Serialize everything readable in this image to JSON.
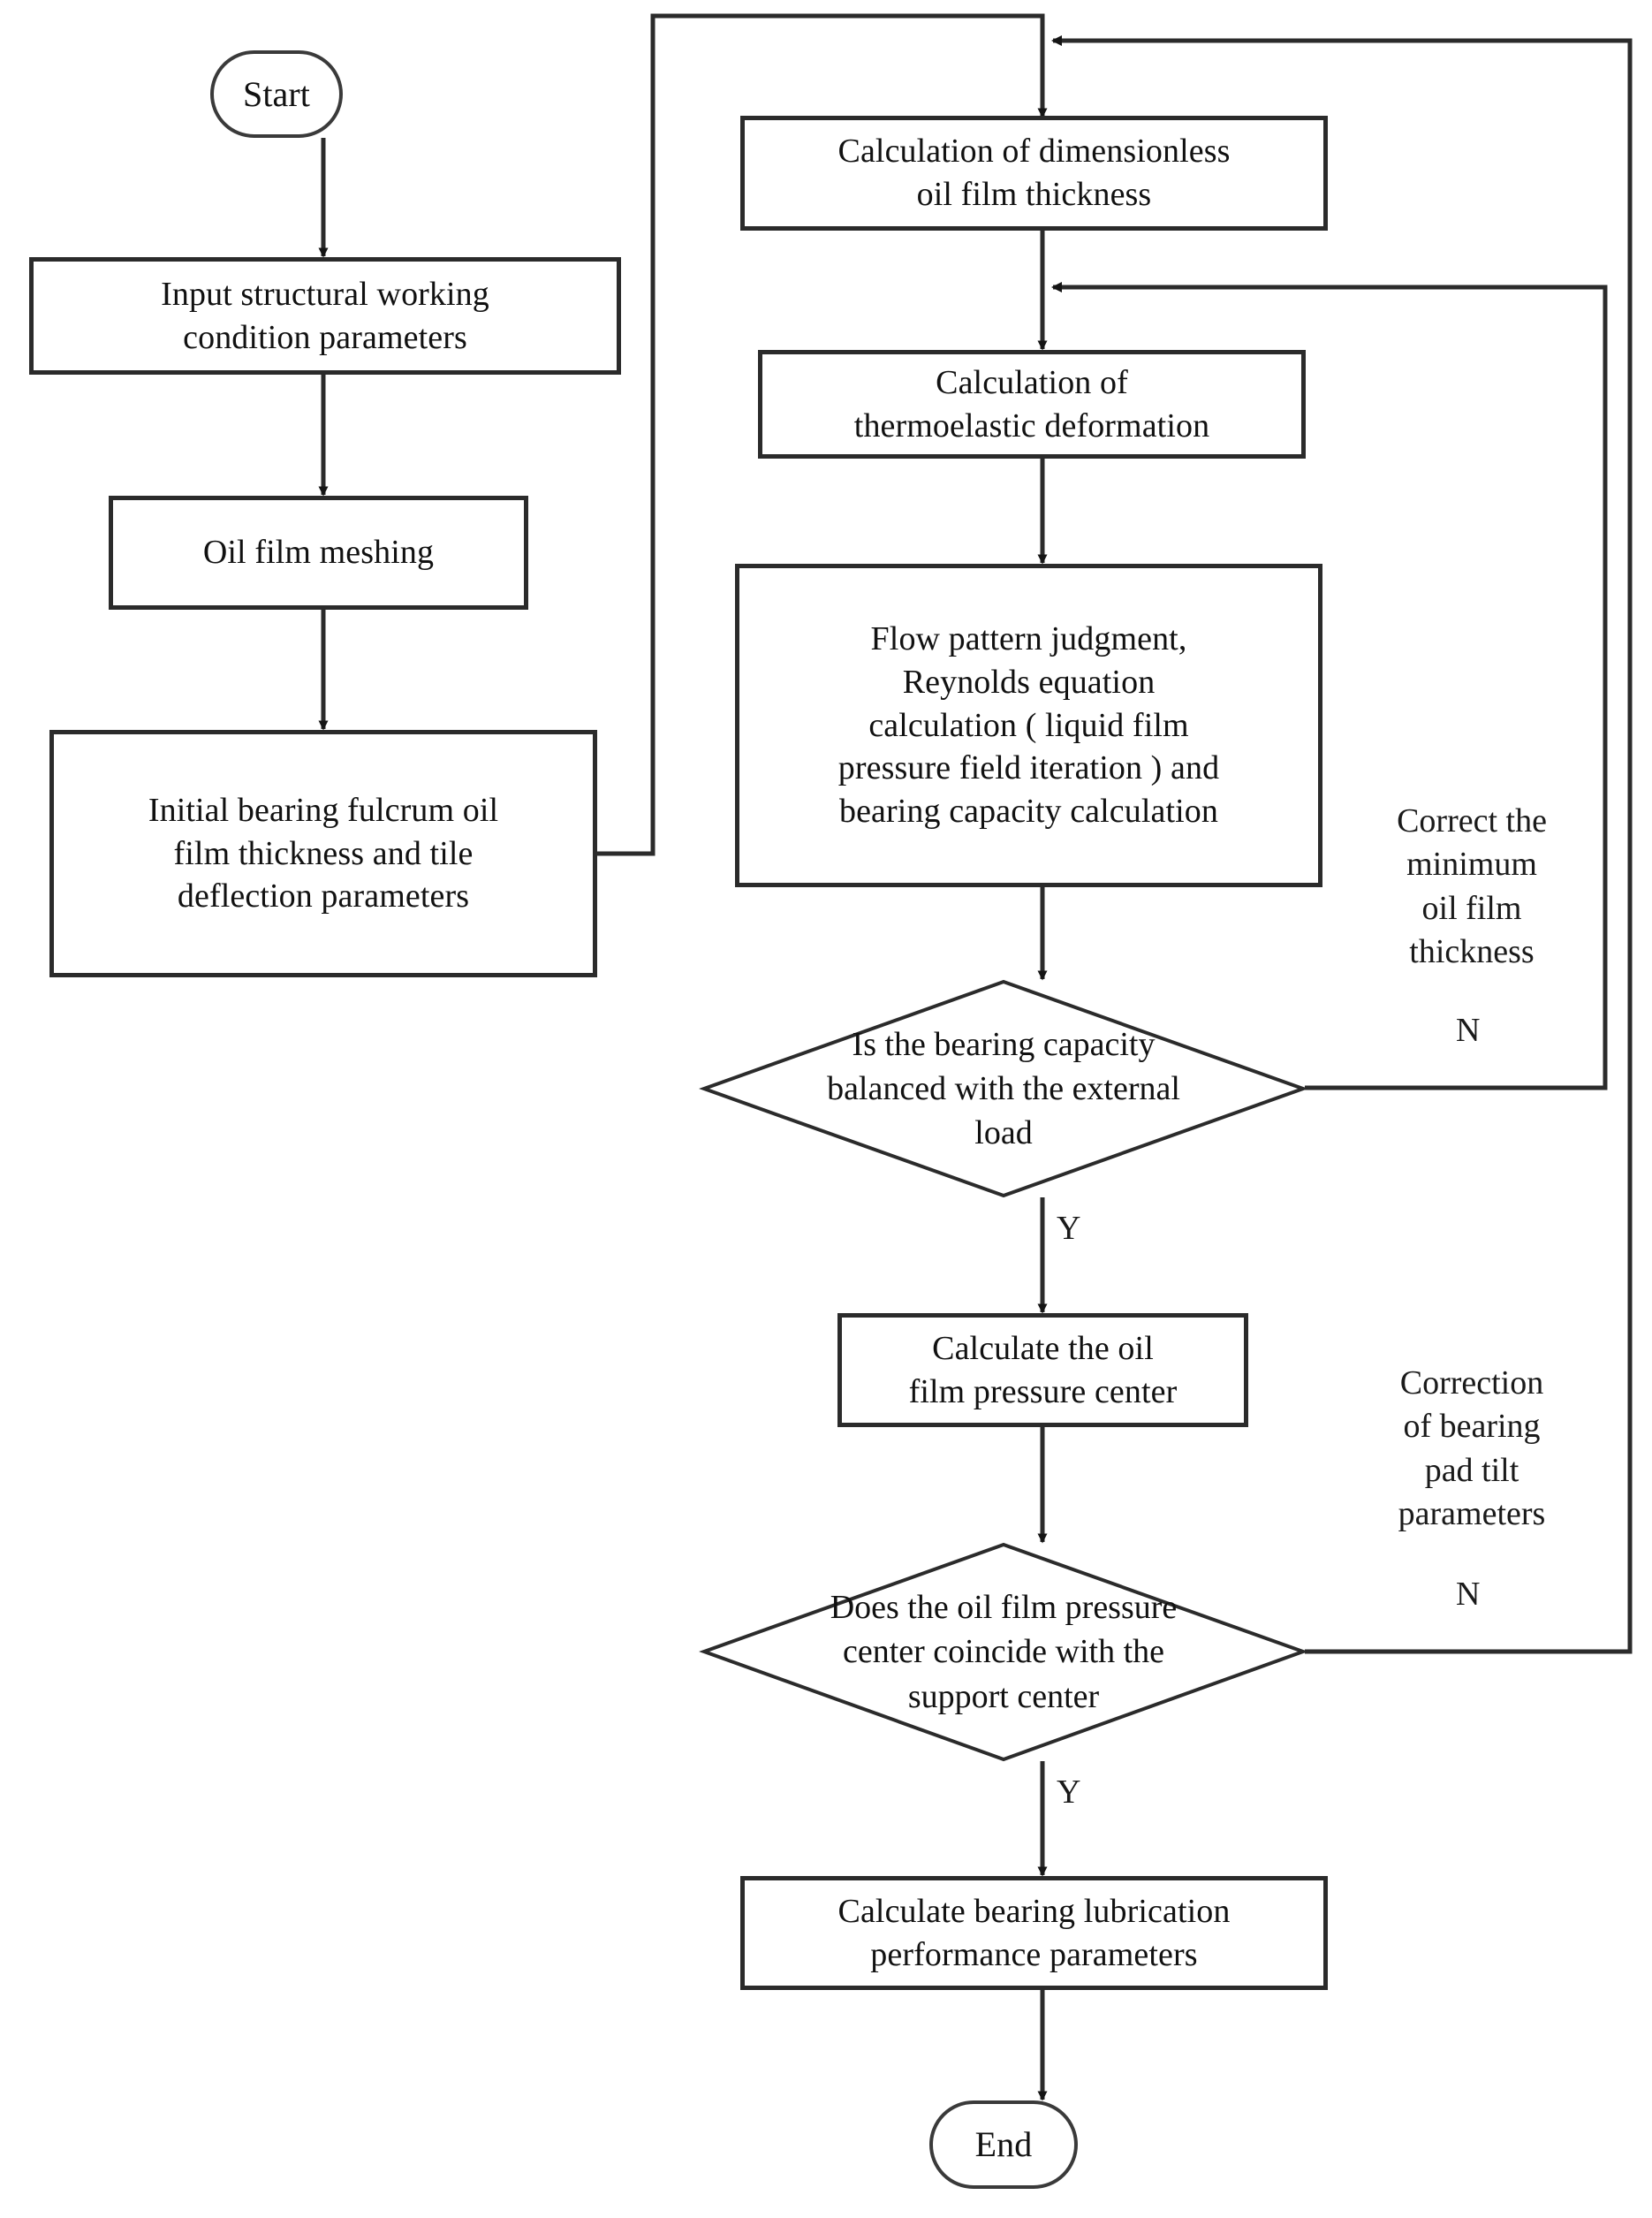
{
  "diagram": {
    "title": "Bearing lubrication calculation flowchart",
    "type": "flowchart",
    "line_color": "#2b2b2b",
    "text_color": "#1a1a1a",
    "background": "#ffffff"
  },
  "nodes": {
    "start": {
      "label": "Start",
      "shape": "terminator"
    },
    "input_params": {
      "label": "Input structural working\ncondition parameters",
      "shape": "process"
    },
    "oil_film_meshing": {
      "label": "Oil film meshing",
      "shape": "process"
    },
    "initial_bearing": {
      "label": "Initial bearing fulcrum oil\nfilm thickness and tile\ndeflection parameters",
      "shape": "process"
    },
    "dimensionless_thickness": {
      "label": "Calculation of dimensionless\noil film thickness",
      "shape": "process"
    },
    "thermoelastic": {
      "label": "Calculation of\nthermoelastic deformation",
      "shape": "process"
    },
    "reynolds": {
      "label": "Flow pattern judgment,\nReynolds equation\ncalculation ( liquid film\npressure field iteration ) and\nbearing capacity calculation",
      "shape": "process"
    },
    "decision_capacity": {
      "label": "Is the bearing capacity\nbalanced with the external\nload",
      "shape": "decision"
    },
    "pressure_center": {
      "label": "Calculate the oil\nfilm pressure center",
      "shape": "process"
    },
    "decision_center": {
      "label": "Does the oil film pressure\ncenter coincide with the\nsupport center",
      "shape": "decision"
    },
    "lubrication_perf": {
      "label": "Calculate bearing lubrication\nperformance parameters",
      "shape": "process"
    },
    "end": {
      "label": "End",
      "shape": "terminator"
    }
  },
  "annotations": {
    "correct_min_thickness": "Correct the\nminimum\noil film\nthickness",
    "correction_pad_tilt": "Correction\nof bearing\npad tilt\nparameters"
  },
  "edge_labels": {
    "capacity_no": "N",
    "capacity_yes": "Y",
    "center_no": "N",
    "center_yes": "Y"
  }
}
